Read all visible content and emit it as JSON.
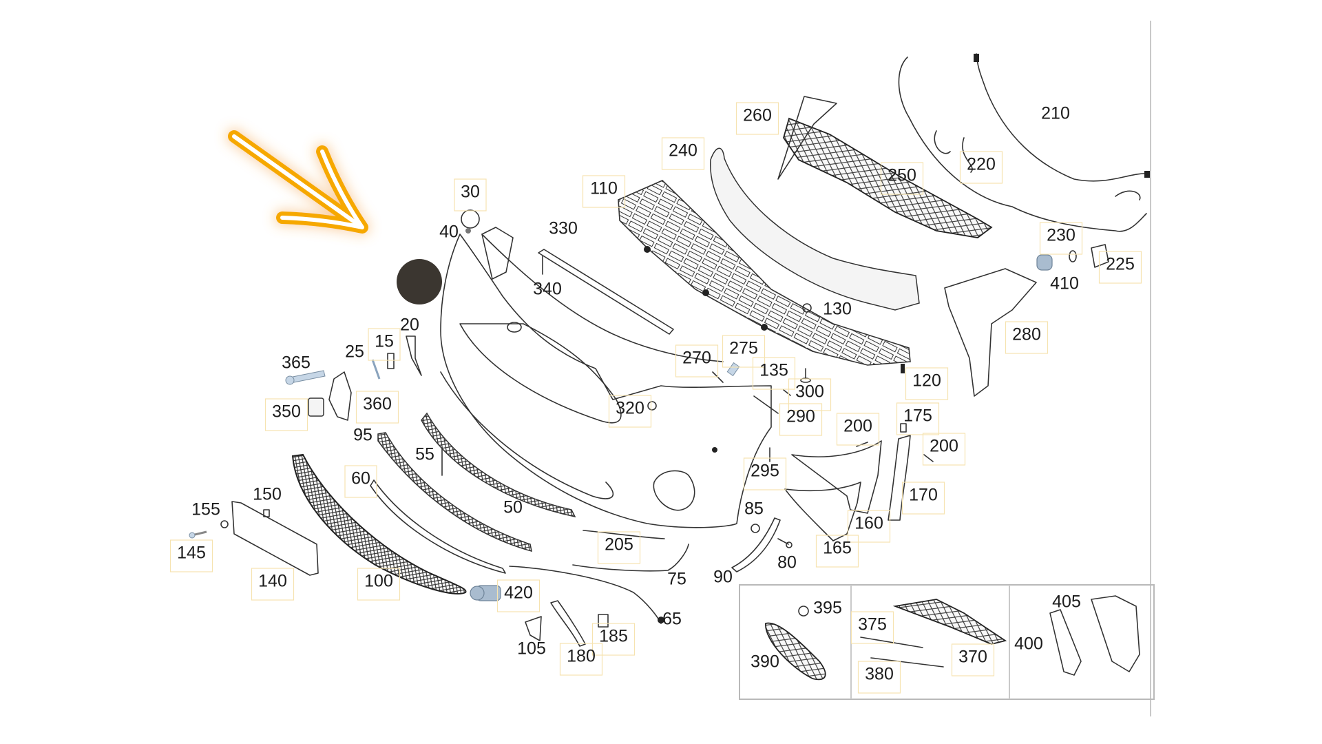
{
  "diagram": {
    "title": "Front bumper exploded parts diagram",
    "accent_colors": {
      "arrow": "#f6a800",
      "arrow_core": "#ffffff",
      "marker": "#3b3630",
      "label_box": "#f6e3b0"
    },
    "annotations": {
      "arrow": {
        "direction": "down-right",
        "points_to": "front bumper cover"
      },
      "marker": "dark-circle-marker"
    },
    "callouts": [
      {
        "id": "30",
        "label": "30",
        "boxed": true
      },
      {
        "id": "40",
        "label": "40",
        "boxed": false
      },
      {
        "id": "330",
        "label": "330",
        "boxed": false
      },
      {
        "id": "340",
        "label": "340",
        "boxed": false
      },
      {
        "id": "110",
        "label": "110",
        "boxed": true
      },
      {
        "id": "240",
        "label": "240",
        "boxed": true
      },
      {
        "id": "260",
        "label": "260",
        "boxed": true
      },
      {
        "id": "250",
        "label": "250",
        "boxed": true
      },
      {
        "id": "210",
        "label": "210",
        "boxed": false
      },
      {
        "id": "220",
        "label": "220",
        "boxed": true
      },
      {
        "id": "230",
        "label": "230",
        "boxed": true
      },
      {
        "id": "225",
        "label": "225",
        "boxed": true
      },
      {
        "id": "410",
        "label": "410",
        "boxed": false
      },
      {
        "id": "280",
        "label": "280",
        "boxed": true
      },
      {
        "id": "130",
        "label": "130",
        "boxed": false
      },
      {
        "id": "120",
        "label": "120",
        "boxed": true
      },
      {
        "id": "270",
        "label": "270",
        "boxed": true
      },
      {
        "id": "275",
        "label": "275",
        "boxed": true
      },
      {
        "id": "135",
        "label": "135",
        "boxed": true
      },
      {
        "id": "300",
        "label": "300",
        "boxed": true
      },
      {
        "id": "290",
        "label": "290",
        "boxed": true
      },
      {
        "id": "320",
        "label": "320",
        "boxed": true
      },
      {
        "id": "200a",
        "label": "200",
        "boxed": true
      },
      {
        "id": "175",
        "label": "175",
        "boxed": true
      },
      {
        "id": "200b",
        "label": "200",
        "boxed": true
      },
      {
        "id": "295",
        "label": "295",
        "boxed": true
      },
      {
        "id": "170",
        "label": "170",
        "boxed": true
      },
      {
        "id": "160",
        "label": "160",
        "boxed": true
      },
      {
        "id": "165",
        "label": "165",
        "boxed": true
      },
      {
        "id": "85",
        "label": "85",
        "boxed": false
      },
      {
        "id": "80",
        "label": "80",
        "boxed": false
      },
      {
        "id": "90",
        "label": "90",
        "boxed": false
      },
      {
        "id": "75",
        "label": "75",
        "boxed": false
      },
      {
        "id": "205",
        "label": "205",
        "boxed": true
      },
      {
        "id": "65",
        "label": "65",
        "boxed": false
      },
      {
        "id": "185",
        "label": "185",
        "boxed": true
      },
      {
        "id": "180",
        "label": "180",
        "boxed": true
      },
      {
        "id": "105",
        "label": "105",
        "boxed": false
      },
      {
        "id": "420",
        "label": "420",
        "boxed": true
      },
      {
        "id": "100",
        "label": "100",
        "boxed": true
      },
      {
        "id": "140",
        "label": "140",
        "boxed": true
      },
      {
        "id": "145",
        "label": "145",
        "boxed": true
      },
      {
        "id": "155",
        "label": "155",
        "boxed": false
      },
      {
        "id": "150",
        "label": "150",
        "boxed": false
      },
      {
        "id": "60",
        "label": "60",
        "boxed": true
      },
      {
        "id": "50",
        "label": "50",
        "boxed": false
      },
      {
        "id": "55",
        "label": "55",
        "boxed": false
      },
      {
        "id": "95",
        "label": "95",
        "boxed": false
      },
      {
        "id": "350",
        "label": "350",
        "boxed": true
      },
      {
        "id": "360",
        "label": "360",
        "boxed": true
      },
      {
        "id": "365",
        "label": "365",
        "boxed": false
      },
      {
        "id": "25",
        "label": "25",
        "boxed": false
      },
      {
        "id": "15",
        "label": "15",
        "boxed": true
      },
      {
        "id": "20",
        "label": "20",
        "boxed": false
      }
    ],
    "inset": {
      "panels": [
        {
          "name": "grille-emblem-panel",
          "callouts": [
            {
              "id": "395",
              "label": "395",
              "boxed": false
            },
            {
              "id": "390",
              "label": "390",
              "boxed": false
            }
          ]
        },
        {
          "name": "grille-trim-panel",
          "callouts": [
            {
              "id": "375",
              "label": "375",
              "boxed": true
            },
            {
              "id": "380",
              "label": "380",
              "boxed": true
            },
            {
              "id": "370",
              "label": "370",
              "boxed": true
            }
          ]
        },
        {
          "name": "air-duct-panel",
          "callouts": [
            {
              "id": "405",
              "label": "405",
              "boxed": false
            },
            {
              "id": "400",
              "label": "400",
              "boxed": false
            }
          ]
        }
      ]
    }
  }
}
